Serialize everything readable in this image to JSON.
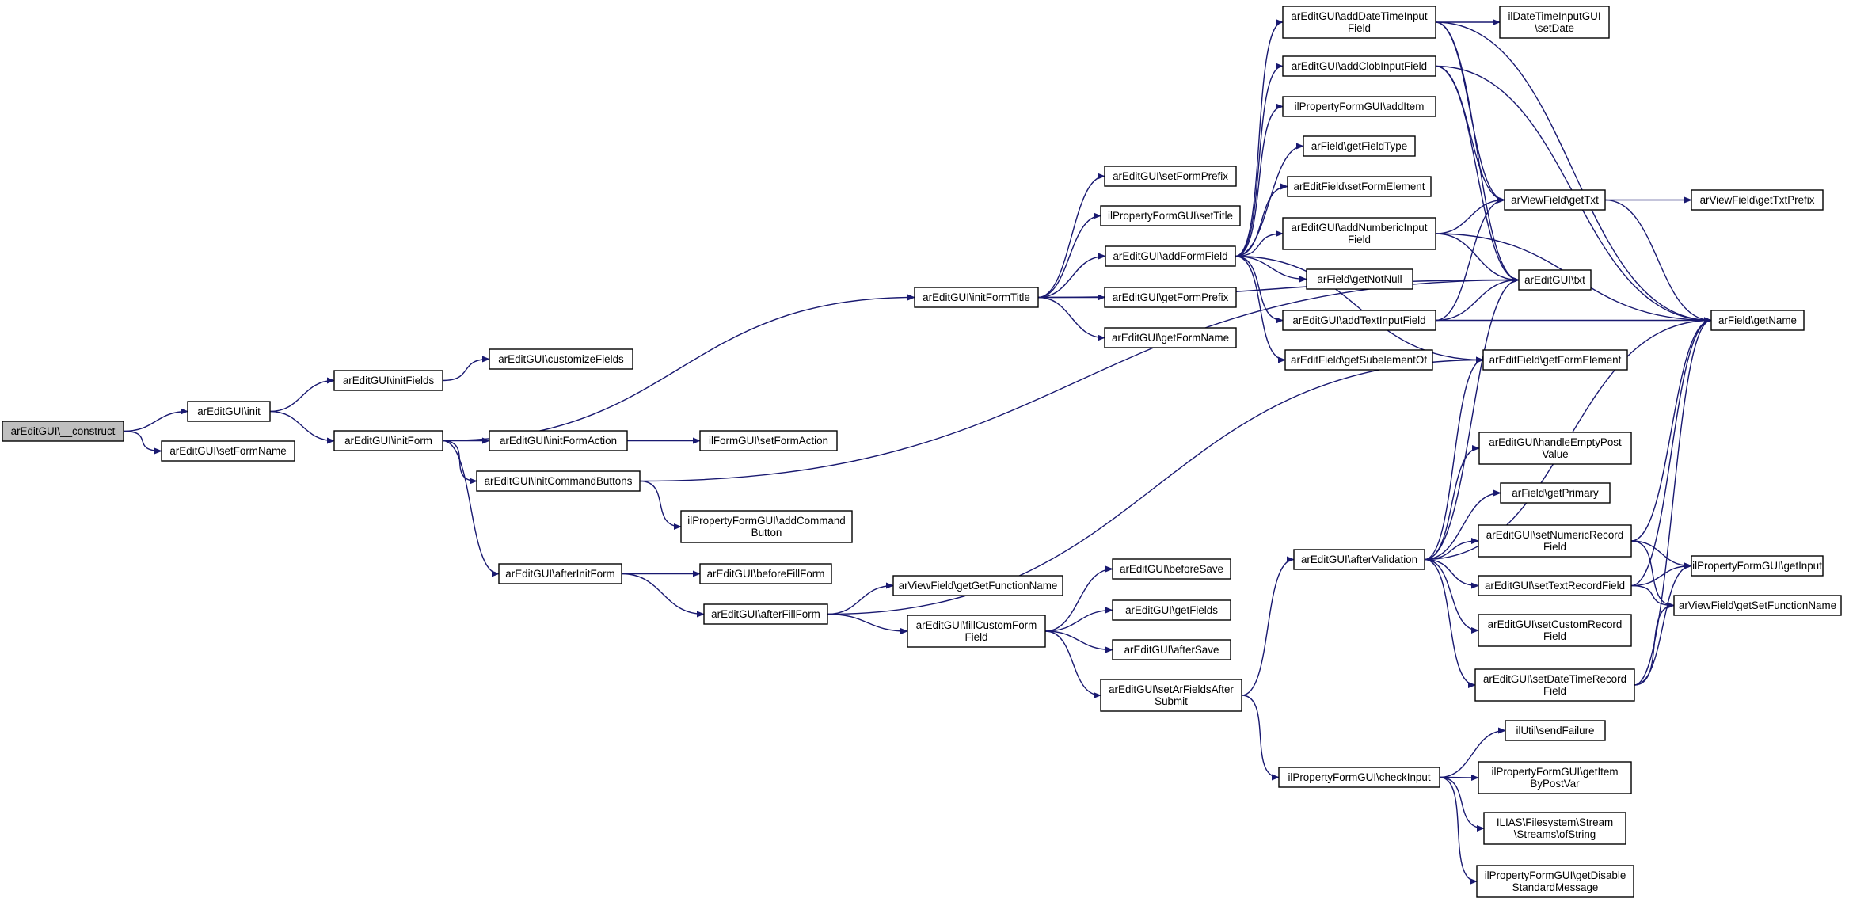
{
  "graph": {
    "nodes": [
      {
        "id": "n_construct",
        "lines": [
          "arEditGUI\\__construct"
        ],
        "root": true
      },
      {
        "id": "n_init",
        "lines": [
          "arEditGUI\\init"
        ]
      },
      {
        "id": "n_setFormName",
        "lines": [
          "arEditGUI\\setFormName"
        ]
      },
      {
        "id": "n_initFields",
        "lines": [
          "arEditGUI\\initFields"
        ]
      },
      {
        "id": "n_initForm",
        "lines": [
          "arEditGUI\\initForm"
        ]
      },
      {
        "id": "n_customizeFields",
        "lines": [
          "arEditGUI\\customizeFields"
        ]
      },
      {
        "id": "n_initFormTitle",
        "lines": [
          "arEditGUI\\initFormTitle"
        ]
      },
      {
        "id": "n_initFormAction",
        "lines": [
          "arEditGUI\\initFormAction"
        ]
      },
      {
        "id": "n_initCommandButtons",
        "lines": [
          "arEditGUI\\initCommandButtons"
        ]
      },
      {
        "id": "n_afterInitForm",
        "lines": [
          "arEditGUI\\afterInitForm"
        ]
      },
      {
        "id": "n_setFormAction",
        "lines": [
          "ilFormGUI\\setFormAction"
        ]
      },
      {
        "id": "n_addCommandButton",
        "lines": [
          "ilPropertyFormGUI\\addCommand",
          "Button"
        ]
      },
      {
        "id": "n_beforeFillForm",
        "lines": [
          "arEditGUI\\beforeFillForm"
        ]
      },
      {
        "id": "n_afterFillForm",
        "lines": [
          "arEditGUI\\afterFillForm"
        ]
      },
      {
        "id": "n_getGetFunctionName",
        "lines": [
          "arViewField\\getGetFunctionName"
        ]
      },
      {
        "id": "n_fillCustomFormField",
        "lines": [
          "arEditGUI\\fillCustomForm",
          "Field"
        ]
      },
      {
        "id": "n_beforeSave",
        "lines": [
          "arEditGUI\\beforeSave"
        ]
      },
      {
        "id": "n_getFields",
        "lines": [
          "arEditGUI\\getFields"
        ]
      },
      {
        "id": "n_afterSave",
        "lines": [
          "arEditGUI\\afterSave"
        ]
      },
      {
        "id": "n_setArFieldsAfterSubmit",
        "lines": [
          "arEditGUI\\setArFieldsAfter",
          "Submit"
        ]
      },
      {
        "id": "n_setFormPrefix",
        "lines": [
          "arEditGUI\\setFormPrefix"
        ]
      },
      {
        "id": "n_setTitle",
        "lines": [
          "ilPropertyFormGUI\\setTitle"
        ]
      },
      {
        "id": "n_addFormField",
        "lines": [
          "arEditGUI\\addFormField"
        ]
      },
      {
        "id": "n_getFormPrefix",
        "lines": [
          "arEditGUI\\getFormPrefix"
        ]
      },
      {
        "id": "n_getFormName",
        "lines": [
          "arEditGUI\\getFormName"
        ]
      },
      {
        "id": "n_addDateTimeInputField",
        "lines": [
          "arEditGUI\\addDateTimeInput",
          "Field"
        ]
      },
      {
        "id": "n_addClobInputField",
        "lines": [
          "arEditGUI\\addClobInputField"
        ]
      },
      {
        "id": "n_addItem",
        "lines": [
          "ilPropertyFormGUI\\addItem"
        ]
      },
      {
        "id": "n_getFieldType",
        "lines": [
          "arField\\getFieldType"
        ]
      },
      {
        "id": "n_setFormElement",
        "lines": [
          "arEditField\\setFormElement"
        ]
      },
      {
        "id": "n_addNumbericInputField",
        "lines": [
          "arEditGUI\\addNumbericInput",
          "Field"
        ]
      },
      {
        "id": "n_getNotNull",
        "lines": [
          "arField\\getNotNull"
        ]
      },
      {
        "id": "n_addTextInputField",
        "lines": [
          "arEditGUI\\addTextInputField"
        ]
      },
      {
        "id": "n_getSubelementOf",
        "lines": [
          "arEditField\\getSubelementOf"
        ]
      },
      {
        "id": "n_setDate",
        "lines": [
          "ilDateTimeInputGUI",
          "\\setDate"
        ]
      },
      {
        "id": "n_getTxt",
        "lines": [
          "arViewField\\getTxt"
        ]
      },
      {
        "id": "n_txt",
        "lines": [
          "arEditGUI\\txt"
        ]
      },
      {
        "id": "n_getFormElement",
        "lines": [
          "arEditField\\getFormElement"
        ]
      },
      {
        "id": "n_getTxtPrefix",
        "lines": [
          "arViewField\\getTxtPrefix"
        ]
      },
      {
        "id": "n_getName",
        "lines": [
          "arField\\getName"
        ]
      },
      {
        "id": "n_afterValidation",
        "lines": [
          "arEditGUI\\afterValidation"
        ]
      },
      {
        "id": "n_handleEmptyPostValue",
        "lines": [
          "arEditGUI\\handleEmptyPost",
          "Value"
        ]
      },
      {
        "id": "n_getPrimary",
        "lines": [
          "arField\\getPrimary"
        ]
      },
      {
        "id": "n_setNumericRecordField",
        "lines": [
          "arEditGUI\\setNumericRecord",
          "Field"
        ]
      },
      {
        "id": "n_setTextRecordField",
        "lines": [
          "arEditGUI\\setTextRecordField"
        ]
      },
      {
        "id": "n_setCustomRecordField",
        "lines": [
          "arEditGUI\\setCustomRecord",
          "Field"
        ]
      },
      {
        "id": "n_setDateTimeRecordField",
        "lines": [
          "arEditGUI\\setDateTimeRecord",
          "Field"
        ]
      },
      {
        "id": "n_getInput",
        "lines": [
          "ilPropertyFormGUI\\getInput"
        ]
      },
      {
        "id": "n_getSetFunctionName",
        "lines": [
          "arViewField\\getSetFunctionName"
        ]
      },
      {
        "id": "n_checkInput",
        "lines": [
          "ilPropertyFormGUI\\checkInput"
        ]
      },
      {
        "id": "n_sendFailure",
        "lines": [
          "ilUtil\\sendFailure"
        ]
      },
      {
        "id": "n_getItemByPostVar",
        "lines": [
          "ilPropertyFormGUI\\getItem",
          "ByPostVar"
        ]
      },
      {
        "id": "n_ofString",
        "lines": [
          "ILIAS\\Filesystem\\Stream",
          "\\Streams\\ofString"
        ]
      },
      {
        "id": "n_getDisableStandardMessage",
        "lines": [
          "ilPropertyFormGUI\\getDisable",
          "StandardMessage"
        ]
      }
    ],
    "edges": [
      [
        "n_construct",
        "n_init"
      ],
      [
        "n_construct",
        "n_setFormName"
      ],
      [
        "n_init",
        "n_initFields"
      ],
      [
        "n_init",
        "n_initForm"
      ],
      [
        "n_initFields",
        "n_customizeFields"
      ],
      [
        "n_initForm",
        "n_initFormTitle"
      ],
      [
        "n_initForm",
        "n_initFormAction"
      ],
      [
        "n_initForm",
        "n_initCommandButtons"
      ],
      [
        "n_initForm",
        "n_afterInitForm"
      ],
      [
        "n_initFormAction",
        "n_setFormAction"
      ],
      [
        "n_initCommandButtons",
        "n_addCommandButton"
      ],
      [
        "n_initCommandButtons",
        "n_txt"
      ],
      [
        "n_afterInitForm",
        "n_beforeFillForm"
      ],
      [
        "n_afterInitForm",
        "n_afterFillForm"
      ],
      [
        "n_afterFillForm",
        "n_getGetFunctionName"
      ],
      [
        "n_afterFillForm",
        "n_fillCustomFormField"
      ],
      [
        "n_afterFillForm",
        "n_getFormElement"
      ],
      [
        "n_fillCustomFormField",
        "n_beforeSave"
      ],
      [
        "n_fillCustomFormField",
        "n_getFields"
      ],
      [
        "n_fillCustomFormField",
        "n_afterSave"
      ],
      [
        "n_fillCustomFormField",
        "n_setArFieldsAfterSubmit"
      ],
      [
        "n_setArFieldsAfterSubmit",
        "n_afterValidation"
      ],
      [
        "n_setArFieldsAfterSubmit",
        "n_checkInput"
      ],
      [
        "n_initFormTitle",
        "n_setFormPrefix"
      ],
      [
        "n_initFormTitle",
        "n_setTitle"
      ],
      [
        "n_initFormTitle",
        "n_addFormField"
      ],
      [
        "n_initFormTitle",
        "n_getFormPrefix"
      ],
      [
        "n_initFormTitle",
        "n_getFormName"
      ],
      [
        "n_initFormTitle",
        "n_txt"
      ],
      [
        "n_addFormField",
        "n_addDateTimeInputField"
      ],
      [
        "n_addFormField",
        "n_addClobInputField"
      ],
      [
        "n_addFormField",
        "n_addItem"
      ],
      [
        "n_addFormField",
        "n_getFieldType"
      ],
      [
        "n_addFormField",
        "n_setFormElement"
      ],
      [
        "n_addFormField",
        "n_addNumbericInputField"
      ],
      [
        "n_addFormField",
        "n_getNotNull"
      ],
      [
        "n_addFormField",
        "n_addTextInputField"
      ],
      [
        "n_addFormField",
        "n_getSubelementOf"
      ],
      [
        "n_addFormField",
        "n_getFormElement"
      ],
      [
        "n_addDateTimeInputField",
        "n_setDate"
      ],
      [
        "n_addDateTimeInputField",
        "n_getTxt"
      ],
      [
        "n_addDateTimeInputField",
        "n_txt"
      ],
      [
        "n_addDateTimeInputField",
        "n_getName"
      ],
      [
        "n_addClobInputField",
        "n_getTxt"
      ],
      [
        "n_addClobInputField",
        "n_txt"
      ],
      [
        "n_addClobInputField",
        "n_getName"
      ],
      [
        "n_addNumbericInputField",
        "n_getTxt"
      ],
      [
        "n_addNumbericInputField",
        "n_txt"
      ],
      [
        "n_addNumbericInputField",
        "n_getName"
      ],
      [
        "n_addTextInputField",
        "n_getTxt"
      ],
      [
        "n_addTextInputField",
        "n_txt"
      ],
      [
        "n_addTextInputField",
        "n_getName"
      ],
      [
        "n_getTxt",
        "n_getTxtPrefix"
      ],
      [
        "n_getTxt",
        "n_getName"
      ],
      [
        "n_afterValidation",
        "n_getFormElement"
      ],
      [
        "n_afterValidation",
        "n_getName"
      ],
      [
        "n_afterValidation",
        "n_handleEmptyPostValue"
      ],
      [
        "n_afterValidation",
        "n_getPrimary"
      ],
      [
        "n_afterValidation",
        "n_setNumericRecordField"
      ],
      [
        "n_afterValidation",
        "n_setTextRecordField"
      ],
      [
        "n_afterValidation",
        "n_setCustomRecordField"
      ],
      [
        "n_afterValidation",
        "n_setDateTimeRecordField"
      ],
      [
        "n_afterValidation",
        "n_txt"
      ],
      [
        "n_setNumericRecordField",
        "n_getName"
      ],
      [
        "n_setNumericRecordField",
        "n_getInput"
      ],
      [
        "n_setNumericRecordField",
        "n_getSetFunctionName"
      ],
      [
        "n_setTextRecordField",
        "n_getName"
      ],
      [
        "n_setTextRecordField",
        "n_getInput"
      ],
      [
        "n_setTextRecordField",
        "n_getSetFunctionName"
      ],
      [
        "n_setDateTimeRecordField",
        "n_getName"
      ],
      [
        "n_setDateTimeRecordField",
        "n_getInput"
      ],
      [
        "n_setDateTimeRecordField",
        "n_getSetFunctionName"
      ],
      [
        "n_checkInput",
        "n_sendFailure"
      ],
      [
        "n_checkInput",
        "n_getItemByPostVar"
      ],
      [
        "n_checkInput",
        "n_ofString"
      ],
      [
        "n_checkInput",
        "n_getDisableStandardMessage"
      ]
    ]
  }
}
